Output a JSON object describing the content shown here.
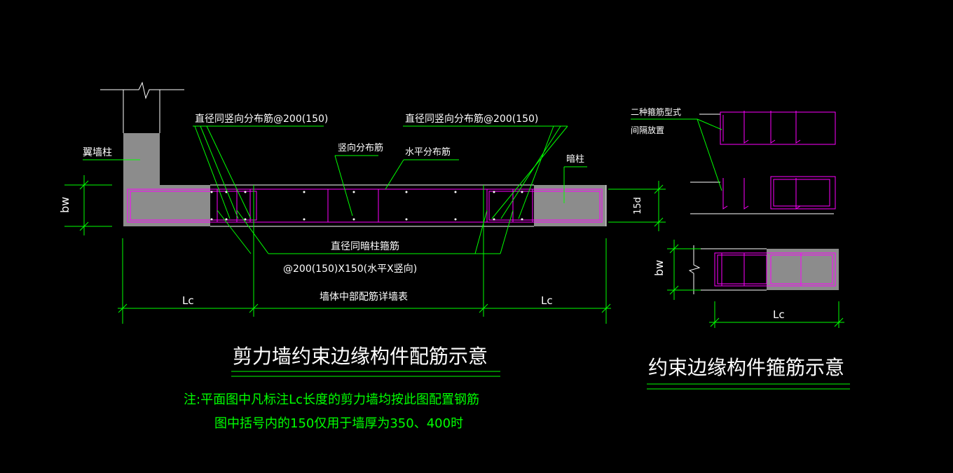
{
  "labels": {
    "wing_column": "翼墙柱",
    "hidden_column": "暗柱",
    "vert_dist_left": "直径同竖向分布筋@200(150)",
    "vert_dist_right": "直径同竖向分布筋@200(150)",
    "vertical_bar": "竖向分布筋",
    "horizontal_bar": "水平分布筋",
    "stirrup_dia": "直径同暗柱箍筋",
    "stirrup_spacing": "@200(150)X150(水平X竖向)",
    "wall_table": "墙体中部配筋详墙表",
    "dim_lc_left": "Lc",
    "dim_lc_right": "Lc",
    "dim_lc_small": "Lc",
    "dim_bw_left": "bw",
    "dim_bw_right": "bw",
    "dim_15d": "15d",
    "stirrup_form_1": "二种箍筋型式",
    "stirrup_form_2": "间隔放置"
  },
  "titles": {
    "main": "剪力墙约束边缘构件配筋示意",
    "right": "约束边缘构件箍筋示意"
  },
  "notes": {
    "line1": "注:平面图中凡标注Lc长度的剪力墙均按此图配置钢筋",
    "line2": "图中括号内的150仅用于墙厚为350、400时"
  },
  "colors": {
    "background": "#000000",
    "line_green": "#00ff00",
    "line_white": "#ffffff",
    "rebar_magenta": "#ff00ff",
    "concrete_gray": "#8c8c8c"
  }
}
